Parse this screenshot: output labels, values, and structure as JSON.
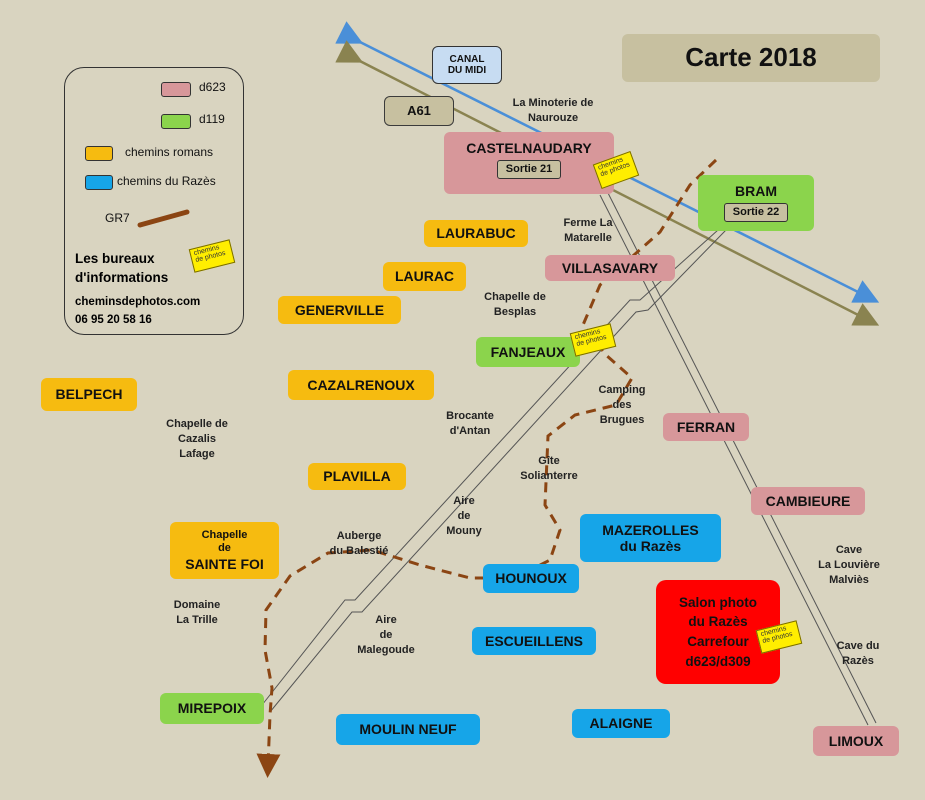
{
  "title": "Carte 2018",
  "legend": {
    "items": [
      {
        "label": "d623",
        "color": "#d7979a"
      },
      {
        "label": "d119",
        "color": "#8bd44c"
      },
      {
        "label": "chemins romans",
        "color": "#f6bb10"
      },
      {
        "label": "chemins du Razès",
        "color": "#16a5e8"
      },
      {
        "label": "GR7",
        "color": "#8b4513"
      }
    ],
    "office_title": "Les bureaux\nd'informations",
    "website": "cheminsdephotos.com",
    "phone": "06 95 20 58 16",
    "sticker_text": "chemins\nde photos"
  },
  "roads": {
    "canal": "CANAL\nDU MIDI",
    "a61": "A61"
  },
  "towns": {
    "castelnaudary": "CASTELNAUDARY",
    "castelnaudary_exit": "Sortie 21",
    "bram": "BRAM",
    "bram_exit": "Sortie 22",
    "villasavary": "VILLASAVARY",
    "fanjeaux": "FANJEAUX",
    "ferran": "FERRAN",
    "cambieure": "CAMBIEURE",
    "limoux": "LIMOUX",
    "mirepoix": "MIREPOIX",
    "laurabuc": "LAURABUC",
    "laurac": "LAURAC",
    "generville": "GENERVILLE",
    "cazalrenoux": "CAZALRENOUX",
    "belpech": "BELPECH",
    "plavilla": "PLAVILLA",
    "sainte_foi_top": "Chapelle\nde",
    "sainte_foi_bottom": "SAINTE FOI",
    "hounoux": "HOUNOUX",
    "mazerolles": "MAZEROLLES\ndu Razès",
    "escueillens": "ESCUEILLENS",
    "alaigne": "ALAIGNE",
    "moulin_neuf": "MOULIN NEUF",
    "salon": "Salon photo\ndu Razès\nCarrefour\nd623/d309"
  },
  "places": {
    "minoterie": "La Minoterie de\nNaurouze",
    "ferme": "Ferme La\nMatarelle",
    "chapelle_besplas": "Chapelle de\nBesplas",
    "camping": "Camping\ndes\nBrugues",
    "brocante": "Brocante\nd'Antan",
    "gite": "Gîte\nSolianterre",
    "chapelle_cazalis": "Chapelle de\nCazalis\nLafage",
    "aire_mouny": "Aire\nde\nMouny",
    "auberge": "Auberge\ndu Balestié",
    "domaine": "Domaine\nLa Trille",
    "aire_malegoude": "Aire\nde\nMalegoude",
    "cave_louviere": "Cave\nLa Louvière\nMalviès",
    "cave_razes": "Cave  du\nRazès"
  }
}
